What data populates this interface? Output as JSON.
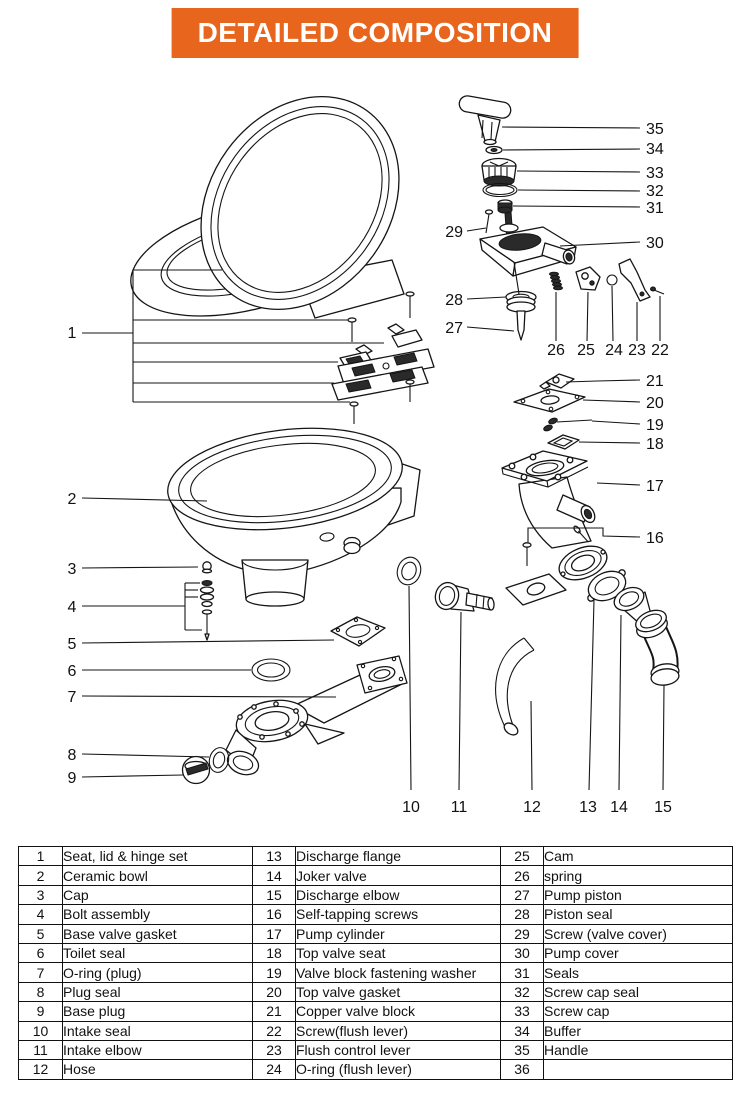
{
  "header": {
    "title": "DETAILED COMPOSITION"
  },
  "colors": {
    "banner_bg": "#E8651D",
    "banner_text": "#FFFFFF",
    "line": "#151515"
  },
  "diagram": {
    "description": "exploded-parts-drawing-of-manual-marine-toilet",
    "callouts": [
      "1",
      "2",
      "3",
      "4",
      "5",
      "6",
      "7",
      "8",
      "9",
      "10",
      "11",
      "12",
      "13",
      "14",
      "15",
      "16",
      "17",
      "18",
      "19",
      "20",
      "21",
      "22",
      "23",
      "24",
      "25",
      "26",
      "27",
      "28",
      "29",
      "30",
      "31",
      "32",
      "33",
      "34",
      "35"
    ]
  },
  "parts": [
    {
      "no": "1",
      "name": "Seat, lid & hinge set"
    },
    {
      "no": "2",
      "name": "Ceramic bowl"
    },
    {
      "no": "3",
      "name": "Cap"
    },
    {
      "no": "4",
      "name": "Bolt assembly"
    },
    {
      "no": "5",
      "name": "Base valve gasket"
    },
    {
      "no": "6",
      "name": "Toilet seal"
    },
    {
      "no": "7",
      "name": "O-ring (plug)"
    },
    {
      "no": "8",
      "name": "Plug seal"
    },
    {
      "no": "9",
      "name": "Base plug"
    },
    {
      "no": "10",
      "name": "Intake seal"
    },
    {
      "no": "11",
      "name": "Intake elbow"
    },
    {
      "no": "12",
      "name": "Hose"
    },
    {
      "no": "13",
      "name": "Discharge flange"
    },
    {
      "no": "14",
      "name": "Joker valve"
    },
    {
      "no": "15",
      "name": "Discharge elbow"
    },
    {
      "no": "16",
      "name": "Self-tapping screws"
    },
    {
      "no": "17",
      "name": "Pump cylinder"
    },
    {
      "no": "18",
      "name": "Top valve seat"
    },
    {
      "no": "19",
      "name": "Valve block fastening washer"
    },
    {
      "no": "20",
      "name": "Top valve gasket"
    },
    {
      "no": "21",
      "name": "Copper valve block"
    },
    {
      "no": "22",
      "name": "Screw(flush lever)"
    },
    {
      "no": "23",
      "name": "Flush control lever"
    },
    {
      "no": "24",
      "name": "O-ring (flush lever)"
    },
    {
      "no": "25",
      "name": "Cam"
    },
    {
      "no": "26",
      "name": "spring"
    },
    {
      "no": "27",
      "name": "Pump piston"
    },
    {
      "no": "28",
      "name": "Piston seal"
    },
    {
      "no": "29",
      "name": "Screw (valve cover)"
    },
    {
      "no": "30",
      "name": "Pump cover"
    },
    {
      "no": "31",
      "name": "Seals"
    },
    {
      "no": "32",
      "name": "Screw cap seal"
    },
    {
      "no": "33",
      "name": "Screw cap"
    },
    {
      "no": "34",
      "name": "Buffer"
    },
    {
      "no": "35",
      "name": "Handle"
    },
    {
      "no": "36",
      "name": ""
    }
  ]
}
